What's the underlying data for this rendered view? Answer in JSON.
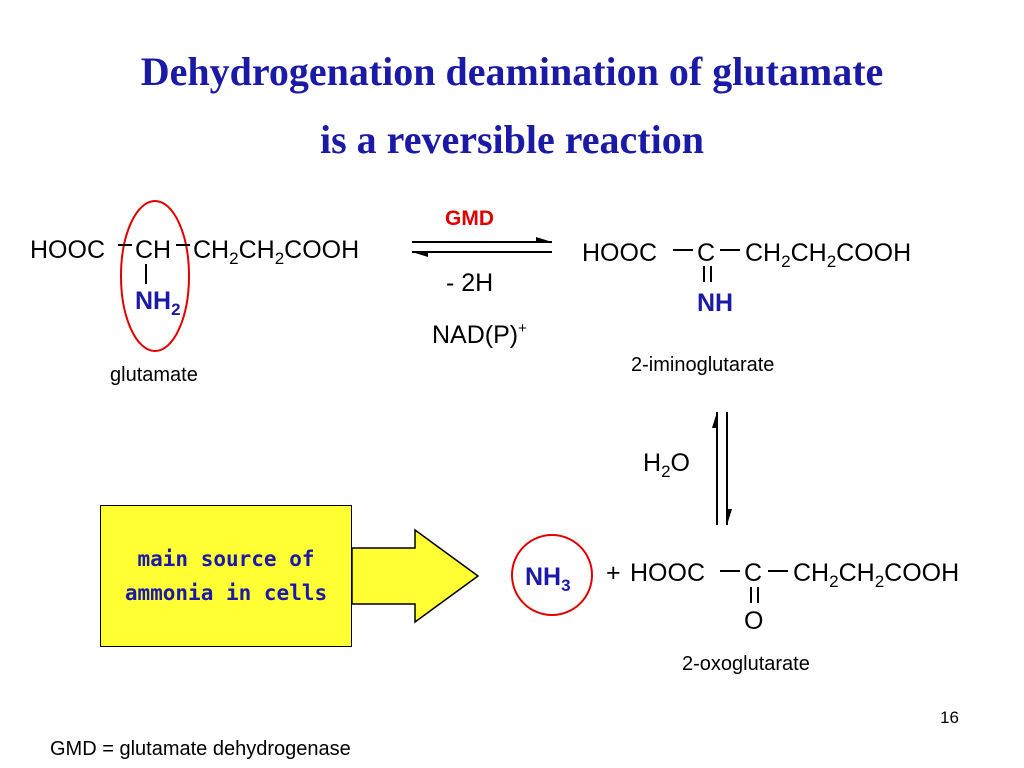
{
  "title": {
    "line1": "Dehydrogenation deamination of glutamate",
    "line2": "is a reversible reaction"
  },
  "glutamate": {
    "hooc": "HOOC",
    "ch": "CH",
    "ch2a": "CH",
    "sub2a": "2",
    "ch2b": "CH",
    "sub2b": "2",
    "cooh": "COOH",
    "nh": "NH",
    "nh_sub": "2",
    "name": "glutamate"
  },
  "reaction1": {
    "enzyme": "GMD",
    "minus_h": "- 2H",
    "cofactor": "NAD(P)",
    "cofactor_sup": "+"
  },
  "iminoglutarate": {
    "hooc": "HOOC",
    "c": "C",
    "ch2a": "CH",
    "sub2a": "2",
    "ch2b": "CH",
    "sub2b": "2",
    "cooh": "COOH",
    "nh": "NH",
    "name": "2-iminoglutarate"
  },
  "hydrolysis": {
    "h": "H",
    "sub": "2",
    "o": "O"
  },
  "ammonia": {
    "nh": "NH",
    "sub": "3"
  },
  "oxoglutarate": {
    "plus": "+",
    "hooc": "HOOC",
    "c": "C",
    "ch2a": "CH",
    "sub2a": "2",
    "ch2b": "CH",
    "sub2b": "2",
    "cooh": "COOH",
    "o": "O",
    "name": "2-oxoglutarate"
  },
  "callout": {
    "line1": "main source of",
    "line2": "ammonia in cells"
  },
  "footnote": "GMD = glutamate dehydrogenase",
  "page_number": "16",
  "colors": {
    "title": "#1a1aa6",
    "highlight_ring": "#e00000",
    "callout_fill": "#ffff33",
    "enzyme": "#e00000"
  }
}
